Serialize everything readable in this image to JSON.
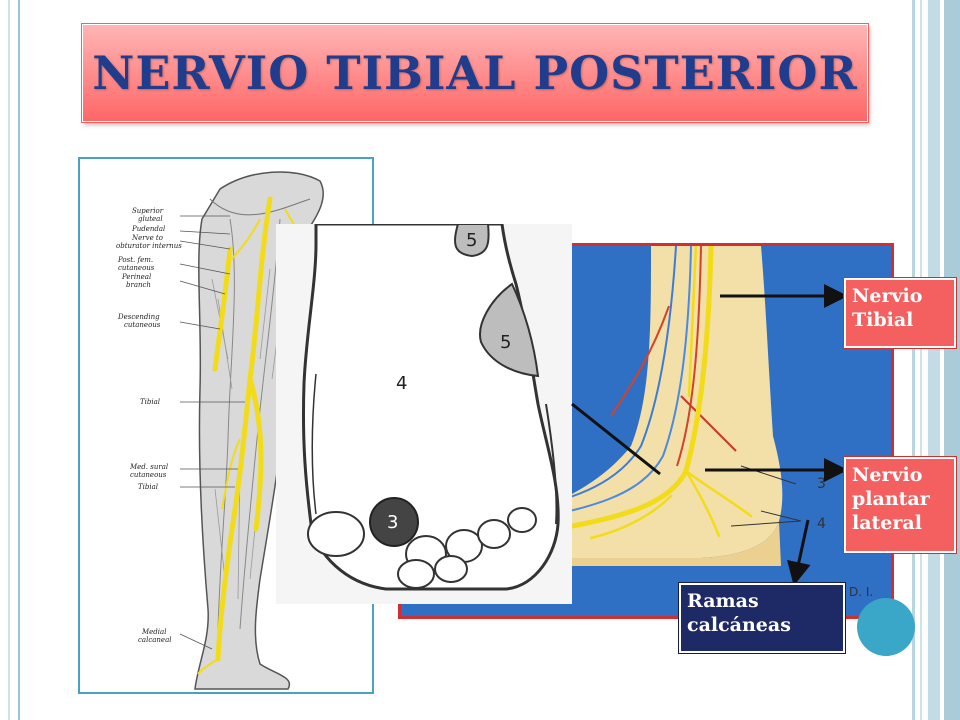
{
  "slide": {
    "title": "NERVIO TIBIAL POSTERIOR"
  },
  "callouts": {
    "tibial": {
      "line1": "Nervio",
      "line2": "Tibial"
    },
    "plantar_lateral": {
      "line1": "Nervio",
      "line2": "plantar",
      "line3": "lateral"
    },
    "calcaneal": {
      "line1": "Ramas",
      "line2": "calcáneas"
    }
  },
  "leg_labels": [
    "Superior",
    "gluteal",
    "Pudendal",
    "Nerve to",
    "obturator internus",
    "Post. fem.",
    "cutaneous",
    "Perineal",
    "branch",
    "Descending",
    "cutaneous",
    "Tibial",
    "Med. sural",
    "cutaneous",
    "Tibial",
    "Medial",
    "calcaneal"
  ],
  "sole_zones": [
    "5",
    "5",
    "4",
    "3"
  ],
  "foot_marks": [
    "3",
    "4",
    "D. I."
  ],
  "colors": {
    "title_text": "#1f3d8c",
    "title_bg": "#ff8a8a",
    "callout_red": "#f46060",
    "callout_navy": "#1e2a66",
    "nerve_yellow": "#f2dc1a",
    "accent_teal": "#3aa6c8"
  }
}
